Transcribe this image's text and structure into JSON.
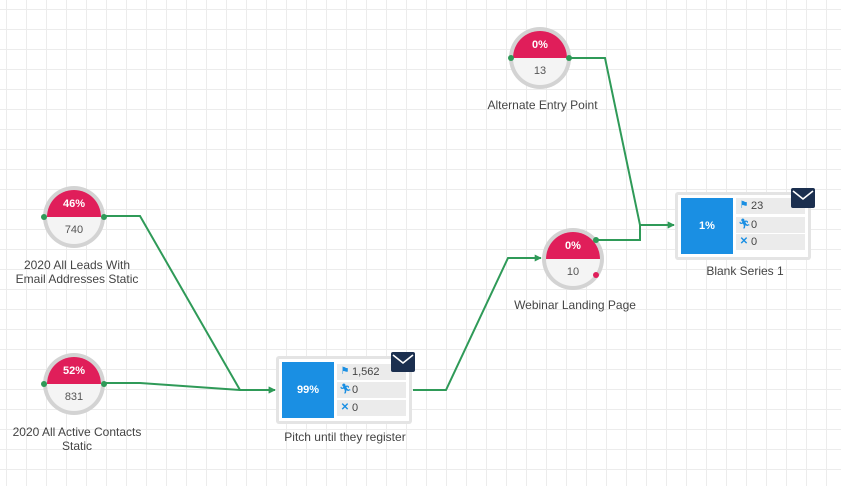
{
  "nodes": {
    "alternate_entry": {
      "percent": "0%",
      "count": "13",
      "label": "Alternate Entry Point"
    },
    "leads_with_email": {
      "percent": "46%",
      "count": "740",
      "label": "2020 All Leads With\nEmail Addresses Static"
    },
    "active_contacts": {
      "percent": "52%",
      "count": "831",
      "label": "2020 All Active Contacts\nStatic"
    },
    "webinar_landing": {
      "percent": "0%",
      "count": "10",
      "label": "Webinar Landing Page"
    },
    "pitch_email": {
      "percent": "99%",
      "sent": "1,562",
      "clicked": "0",
      "unsubscribed": "0",
      "label": "Pitch until they register",
      "icon": "mail-icon"
    },
    "blank_series": {
      "percent": "1%",
      "sent": "23",
      "clicked": "0",
      "unsubscribed": "0",
      "label": "Blank Series 1",
      "icon": "mail-icon"
    }
  },
  "colors": {
    "entry_fill": "#e01e5a",
    "email_fill": "#1a8fe3",
    "connector": "#2f9a58",
    "mail_icon": "#1b2f4f"
  },
  "stat_icons": [
    "flag-icon",
    "runner-icon",
    "x-icon"
  ]
}
